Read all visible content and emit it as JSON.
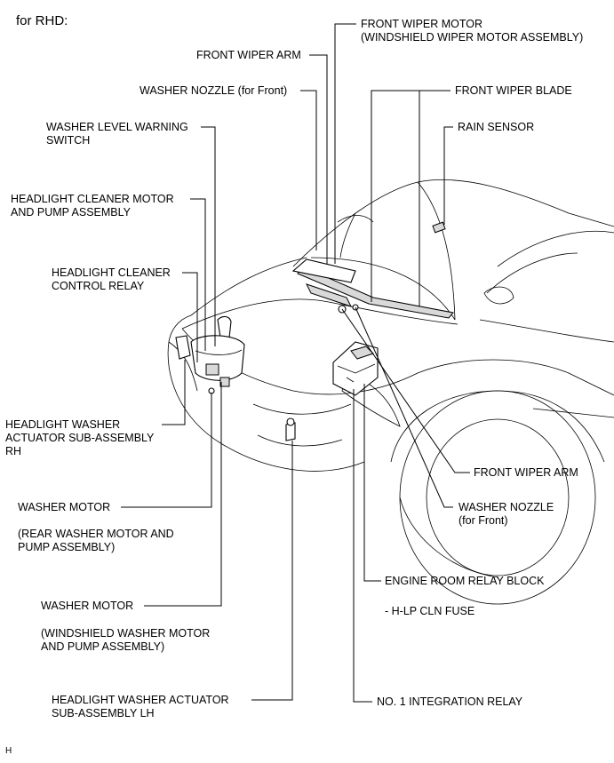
{
  "heading": "for RHD:",
  "figure_id": "H",
  "labels": {
    "front_wiper_motor": [
      "FRONT WIPER MOTOR",
      "(WINDSHIELD WIPER MOTOR ASSEMBLY)"
    ],
    "front_wiper_arm_top": [
      "FRONT WIPER ARM"
    ],
    "washer_nozzle_top": [
      "WASHER NOZZLE (for Front)"
    ],
    "front_wiper_blade": [
      "FRONT WIPER BLADE"
    ],
    "rain_sensor": [
      "RAIN SENSOR"
    ],
    "washer_level_warning_switch": [
      "WASHER LEVEL WARNING",
      "SWITCH"
    ],
    "headlight_cleaner_motor": [
      "HEADLIGHT CLEANER MOTOR",
      "AND PUMP ASSEMBLY"
    ],
    "headlight_cleaner_relay": [
      "HEADLIGHT CLEANER",
      "CONTROL RELAY"
    ],
    "headlight_washer_rh": [
      "HEADLIGHT WASHER",
      "ACTUATOR SUB-ASSEMBLY",
      "RH"
    ],
    "front_wiper_arm_bottom": [
      "FRONT WIPER ARM"
    ],
    "washer_nozzle_bottom": [
      "WASHER NOZZLE",
      "(for Front)"
    ],
    "washer_motor_rear": [
      "WASHER MOTOR"
    ],
    "washer_motor_rear_note": [
      "(REAR WASHER MOTOR AND",
      "PUMP ASSEMBLY)"
    ],
    "engine_room_relay_block": [
      "ENGINE ROOM RELAY BLOCK"
    ],
    "hlp_cln_fuse": [
      "- H-LP CLN FUSE"
    ],
    "washer_motor_windshield": [
      "WASHER MOTOR"
    ],
    "washer_motor_windshield_note": [
      "(WINDSHIELD WASHER MOTOR",
      "AND PUMP ASSEMBLY)"
    ],
    "headlight_washer_lh": [
      "HEADLIGHT WASHER ACTUATOR",
      "SUB-ASSEMBLY LH"
    ],
    "integration_relay": [
      "NO. 1 INTEGRATION RELAY"
    ]
  }
}
